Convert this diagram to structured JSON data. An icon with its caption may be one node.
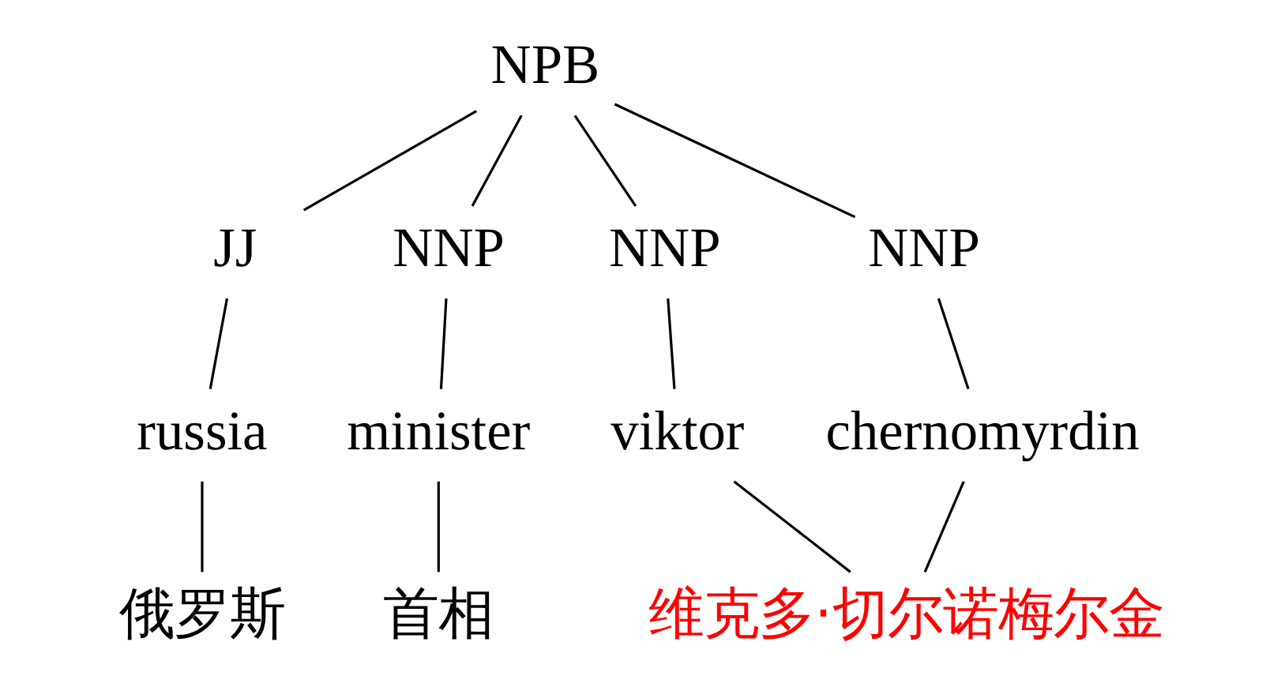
{
  "diagram": {
    "nodes": [
      {
        "text": [
          "NPB"
        ]
      },
      {
        "text": [
          "JJ"
        ]
      },
      {
        "text": [
          "NNP"
        ]
      },
      {
        "text": [
          "NNP"
        ]
      },
      {
        "text": [
          "NNP"
        ]
      },
      {
        "text": [
          "russia"
        ]
      },
      {
        "text": [
          "minister"
        ]
      },
      {
        "text": [
          "viktor"
        ]
      },
      {
        "text": [
          "chernomyrdin"
        ]
      },
      {
        "text": [
          "俄罗斯"
        ]
      },
      {
        "text": [
          "首相"
        ]
      },
      {
        "text": [
          "维克多·切尔诺梅尔金"
        ]
      }
    ],
    "edges": [
      {
        "from": 0,
        "to": 1,
        "arrow": "none"
      },
      {
        "from": 0,
        "to": 2,
        "arrow": "none"
      },
      {
        "from": 0,
        "to": 3,
        "arrow": "none"
      },
      {
        "from": 0,
        "to": 4,
        "arrow": "none"
      },
      {
        "from": 1,
        "to": 5,
        "arrow": "none"
      },
      {
        "from": 2,
        "to": 6,
        "arrow": "none"
      },
      {
        "from": 3,
        "to": 7,
        "arrow": "none"
      },
      {
        "from": 4,
        "to": 8,
        "arrow": "none"
      },
      {
        "from": 5,
        "to": 9,
        "arrow": "none"
      },
      {
        "from": 6,
        "to": 10,
        "arrow": "none"
      },
      {
        "from": 7,
        "to": 11,
        "arrow": "none"
      },
      {
        "from": 8,
        "to": 11,
        "arrow": "none"
      }
    ]
  }
}
